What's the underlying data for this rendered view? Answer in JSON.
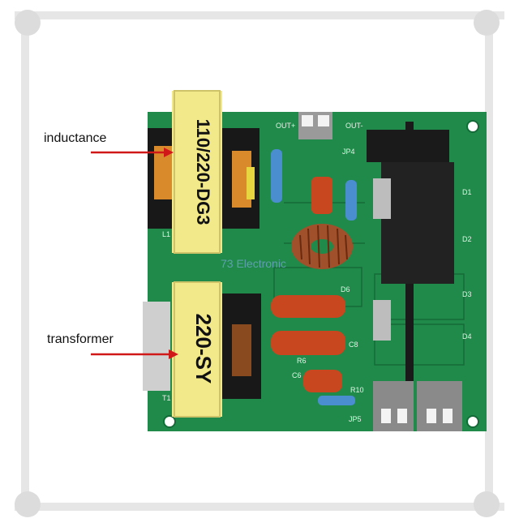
{
  "annotations": {
    "inductance_label": "inductance",
    "transformer_label": "transformer"
  },
  "board": {
    "inductor_marking": "110/220-DG3",
    "transformer_marking": "220-SY",
    "watermark": "73 Electronic",
    "silkscreen": [
      "OUT+",
      "OUT-",
      "JP4",
      "D1",
      "D2",
      "D3",
      "D4",
      "D6",
      "C8",
      "R6",
      "R10",
      "C6",
      "JP5",
      "T1",
      "L1"
    ]
  },
  "colors": {
    "pcb": "#1f8a4a",
    "pcb_dark": "#156b38",
    "frame": "#e4e4e4",
    "transformer_tape": "#f2e98a",
    "arrow": "#d01818",
    "capacitor": "#c8471f",
    "heatsink": "#1a1a1a",
    "terminal": "#9a9a9a"
  }
}
